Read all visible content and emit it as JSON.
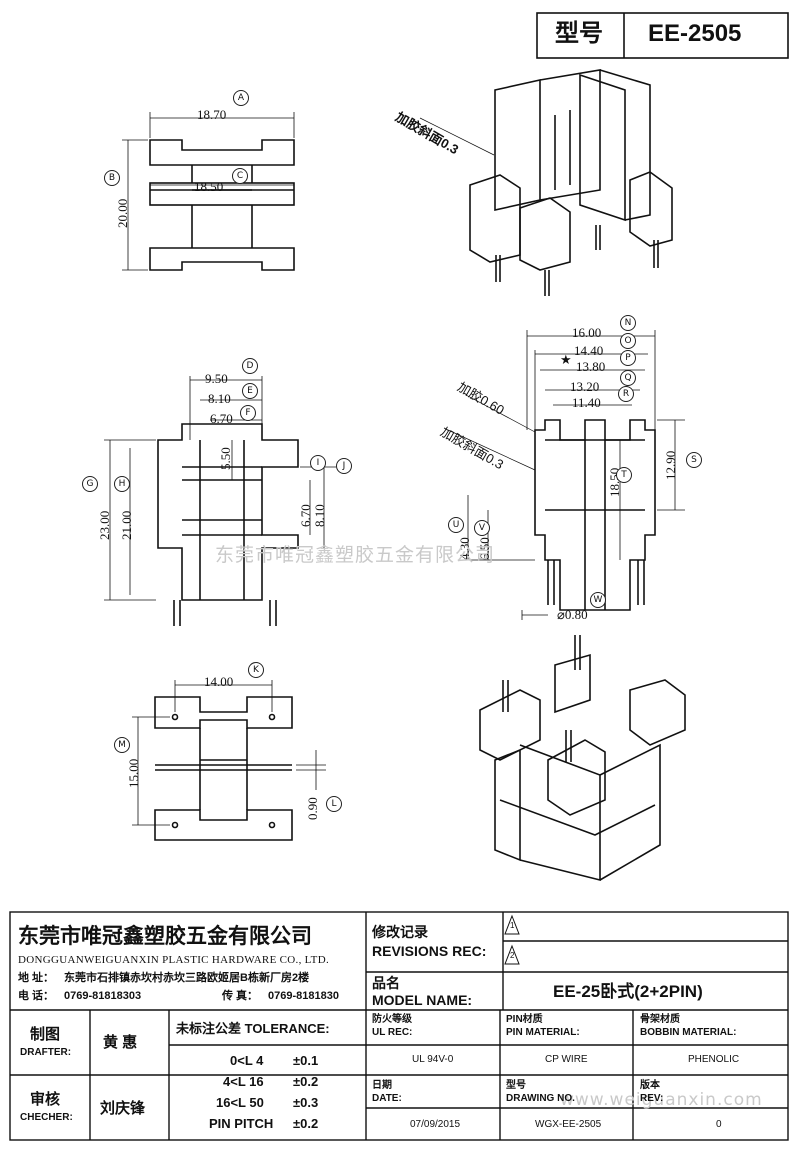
{
  "header": {
    "type_label": "型号",
    "model": "EE-2505"
  },
  "watermarks": {
    "center": "东莞市唯冠鑫塑胶五金有限公司",
    "url": "www.weiguanxin.com"
  },
  "dimensions": {
    "A": "18.70",
    "C": "18.50",
    "B": "20.00",
    "D": "9.50",
    "E": "8.10",
    "F": "6.70",
    "G": "23.00",
    "H": "21.00",
    "I": "5.50",
    "J1": "6.70",
    "J2": "8.10",
    "K": "14.00",
    "M": "15.00",
    "L": "0.90",
    "N": "16.00",
    "O": "14.40",
    "P": "13.80",
    "Q": "13.20",
    "R": "11.40",
    "S": "12.90",
    "T": "18.50",
    "U": "4.30",
    "V": "6.50",
    "W": "⌀0.80"
  },
  "circle_labels": {
    "A": "A",
    "B": "B",
    "C": "C",
    "D": "D",
    "E": "E",
    "F": "F",
    "G": "G",
    "H": "H",
    "I": "I",
    "J": "J",
    "K": "K",
    "L": "L",
    "M": "M",
    "N": "N",
    "O": "O",
    "P": "P",
    "Q": "Q",
    "R": "R",
    "S": "S",
    "T": "T",
    "U": "U",
    "V": "V",
    "W": "W"
  },
  "notes": {
    "bevel_top": "加胶斜面0.3",
    "glue_060": "加胶0.60",
    "bevel_side": "加胶斜面0.3",
    "star": "★"
  },
  "company": {
    "name_cn": "东莞市唯冠鑫塑胶五金有限公司",
    "name_en": "DONGGUANWEIGUANXIN PLASTIC HARDWARE CO., LTD.",
    "addr_label": "地  址：",
    "address": "东莞市石排镇赤坎村赤坎三路欧姬居B栋新厂房2楼",
    "tel_label": "电  话：",
    "tel": "0769-81818303",
    "fax_label": "传  真：",
    "fax": "0769-8181830"
  },
  "revisions": {
    "label_cn": "修改记录",
    "label_en": "REVISIONS REC:",
    "rev1": "1",
    "rev2": "2"
  },
  "model": {
    "label_cn": "品名",
    "label_en": "MODEL NAME:",
    "value": "EE-25卧式(2+2PIN)"
  },
  "drafter": {
    "label_cn": "制图",
    "label_en": "DRAFTER:",
    "name": "黄  惠"
  },
  "checker": {
    "label_cn": "审核",
    "label_en": "CHECHER:",
    "name": "刘庆锋"
  },
  "tolerance": {
    "title": "未标注公差 TOLERANCE:",
    "rows": [
      {
        "range": "0<L   4",
        "value": "±0.1"
      },
      {
        "range": "4<L   16",
        "value": "±0.2"
      },
      {
        "range": "16<L   50",
        "value": "±0.3"
      },
      {
        "range": "PIN PITCH",
        "value": "±0.2"
      }
    ]
  },
  "specs": {
    "ul_cn": "防火等级",
    "ul_en": "UL REC:",
    "ul_value": "UL 94V-0",
    "pin_cn": "PIN材质",
    "pin_en": "PIN MATERIAL:",
    "pin_value": "CP WIRE",
    "bob_cn": "骨架材质",
    "bob_en": "BOBBIN MATERIAL:",
    "bob_value": "PHENOLIC",
    "date_cn": "日期",
    "date_en": "DATE:",
    "date_value": "07/09/2015",
    "dwg_cn": "型号",
    "dwg_en": "DRAWING NO.",
    "dwg_value": "WGX-EE-2505",
    "rev_cn": "版本",
    "rev_en": "REV:",
    "rev_value": "0"
  }
}
